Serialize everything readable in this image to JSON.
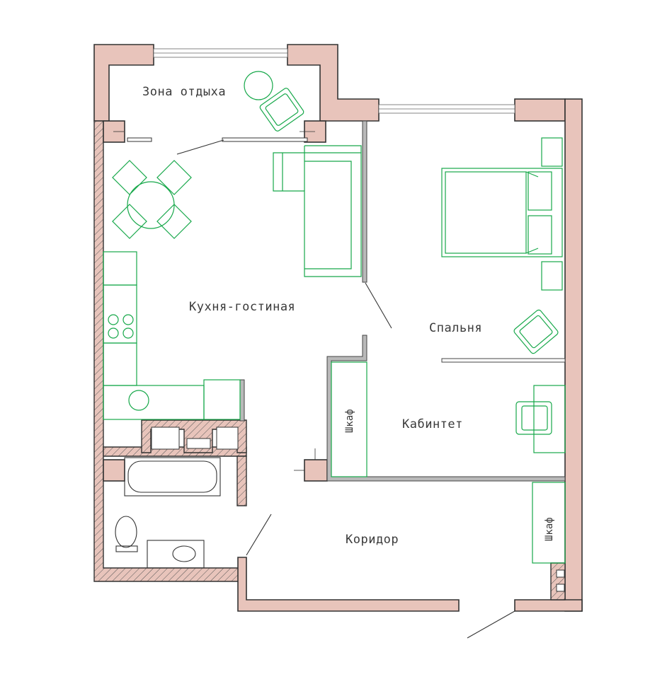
{
  "rooms": {
    "rest_zone": "Зона отдыха",
    "kitchen_living": "Кухня-гостиная",
    "bedroom": "Спальня",
    "study": "Кабинтет",
    "corridor": "Коридор"
  },
  "closets": {
    "closet_study": "Шкаф",
    "closet_corridor": "Шкаф"
  },
  "colors": {
    "wall_fill": "#e8c4bb",
    "furniture_stroke": "#17a84a",
    "partition_fill": "#b9b9b9",
    "line": "#333333"
  }
}
